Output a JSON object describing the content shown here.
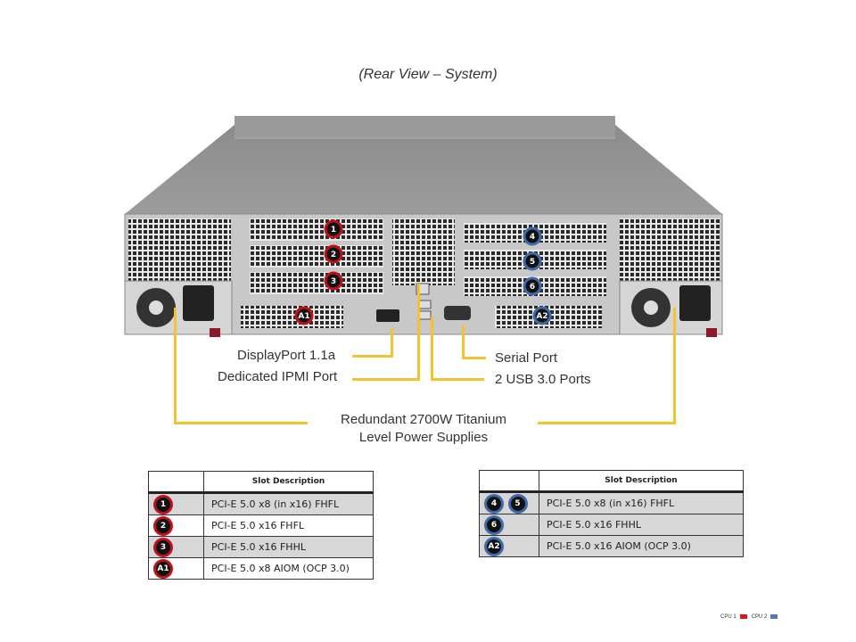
{
  "title": "(Rear View – System)",
  "callouts": {
    "displayport": "DisplayPort 1.1a",
    "ipmi": "Dedicated IPMI  Port",
    "serial": "Serial Port",
    "usb": "2 USB 3.0 Ports",
    "psu_line1": "Redundant  2700W Titanium",
    "psu_line2": "Level Power Supplies"
  },
  "chassis_badges": {
    "slot1": "1",
    "slot2": "2",
    "slot3": "3",
    "a1": "A1",
    "slot4": "4",
    "slot5": "5",
    "slot6": "6",
    "a2": "A2"
  },
  "table_cpu1": {
    "header": "Slot Description",
    "rows": [
      {
        "badges": [
          "1"
        ],
        "desc": "PCI-E 5.0 x8 (in x16) FHFL"
      },
      {
        "badges": [
          "2"
        ],
        "desc": "PCI-E 5.0 x16 FHFL"
      },
      {
        "badges": [
          "3"
        ],
        "desc": "PCI-E 5.0 x16 FHHL"
      },
      {
        "badges": [
          "A1"
        ],
        "desc": "PCI-E 5.0 x8 AIOM  (OCP 3.0)"
      }
    ]
  },
  "table_cpu2": {
    "header": "Slot Description",
    "rows": [
      {
        "badges": [
          "4",
          "5"
        ],
        "desc": "PCI-E 5.0 x8 (in x16) FHFL"
      },
      {
        "badges": [
          "6"
        ],
        "desc": "PCI-E 5.0 x16 FHHL"
      },
      {
        "badges": [
          "A2"
        ],
        "desc": "PCI-E 5.0 x16 AIOM (OCP 3.0)"
      }
    ]
  },
  "legend": {
    "cpu1": "CPU 1",
    "cpu1_color": "#e0141c",
    "cpu2": "CPU 2",
    "cpu2_color": "#4a78c4"
  }
}
